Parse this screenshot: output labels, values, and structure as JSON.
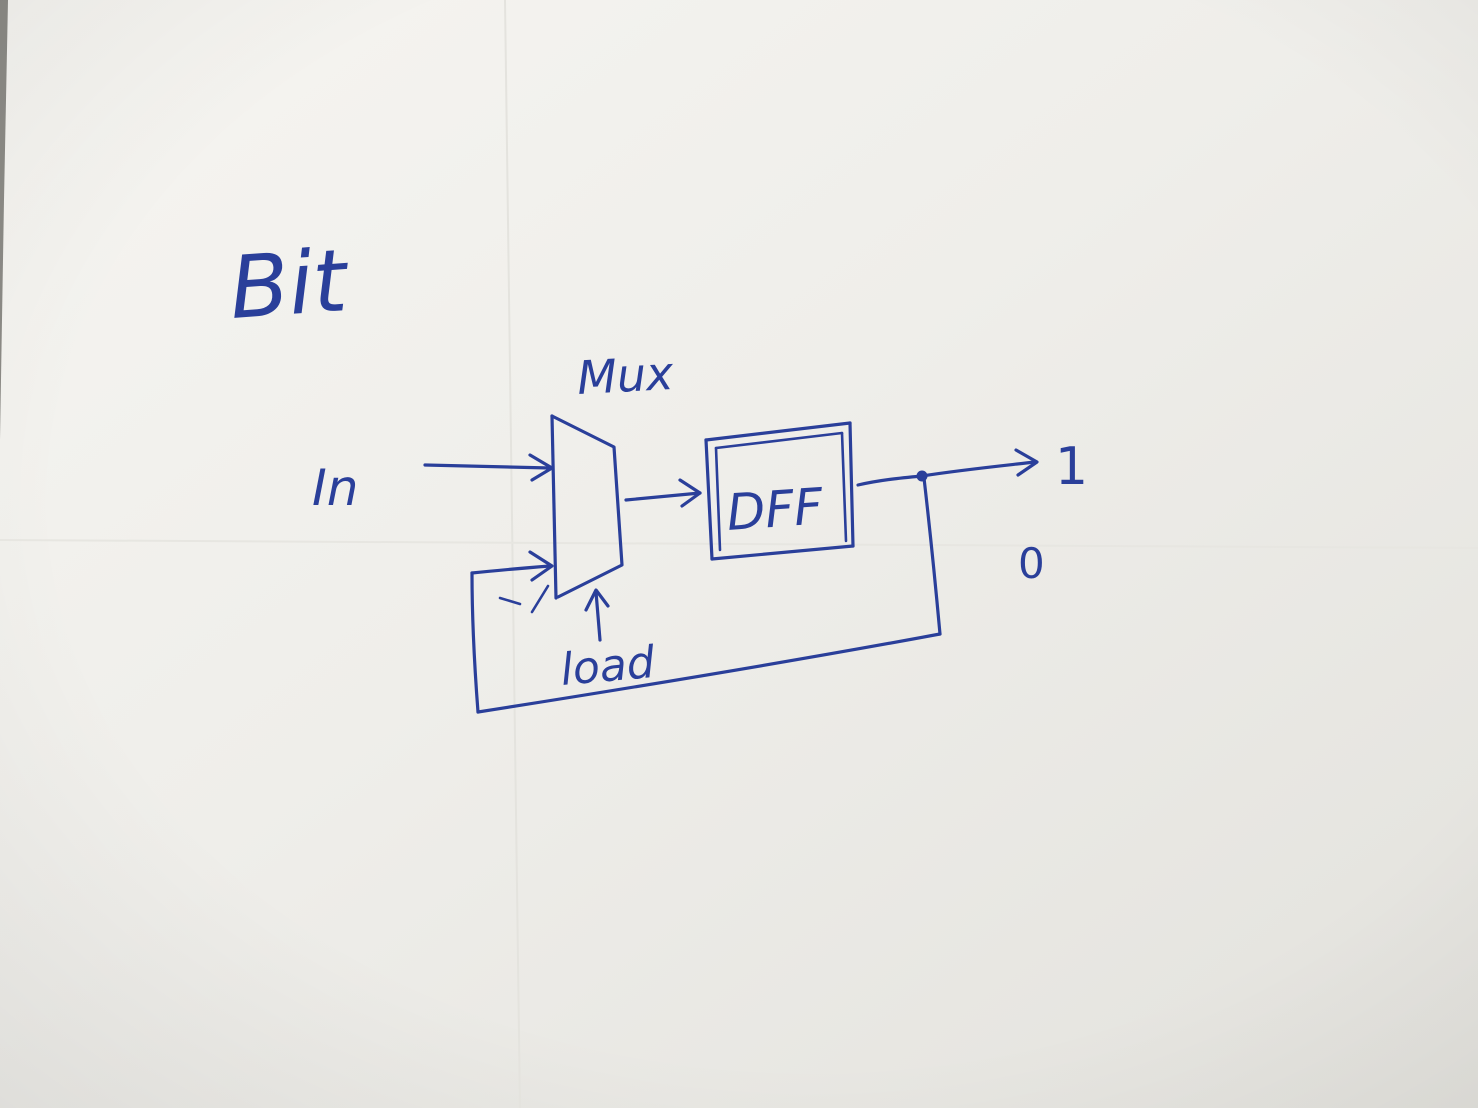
{
  "diagram": {
    "title": "Bit",
    "mux_label": "Mux",
    "dff_label": "DFF",
    "input_label": "In",
    "select_label": "load",
    "output_high": "1",
    "output_low": "0"
  },
  "colors": {
    "ink": "#2a3f9a",
    "paper": "#f1f0ec",
    "paper_shadow": "#d9d8d3"
  }
}
